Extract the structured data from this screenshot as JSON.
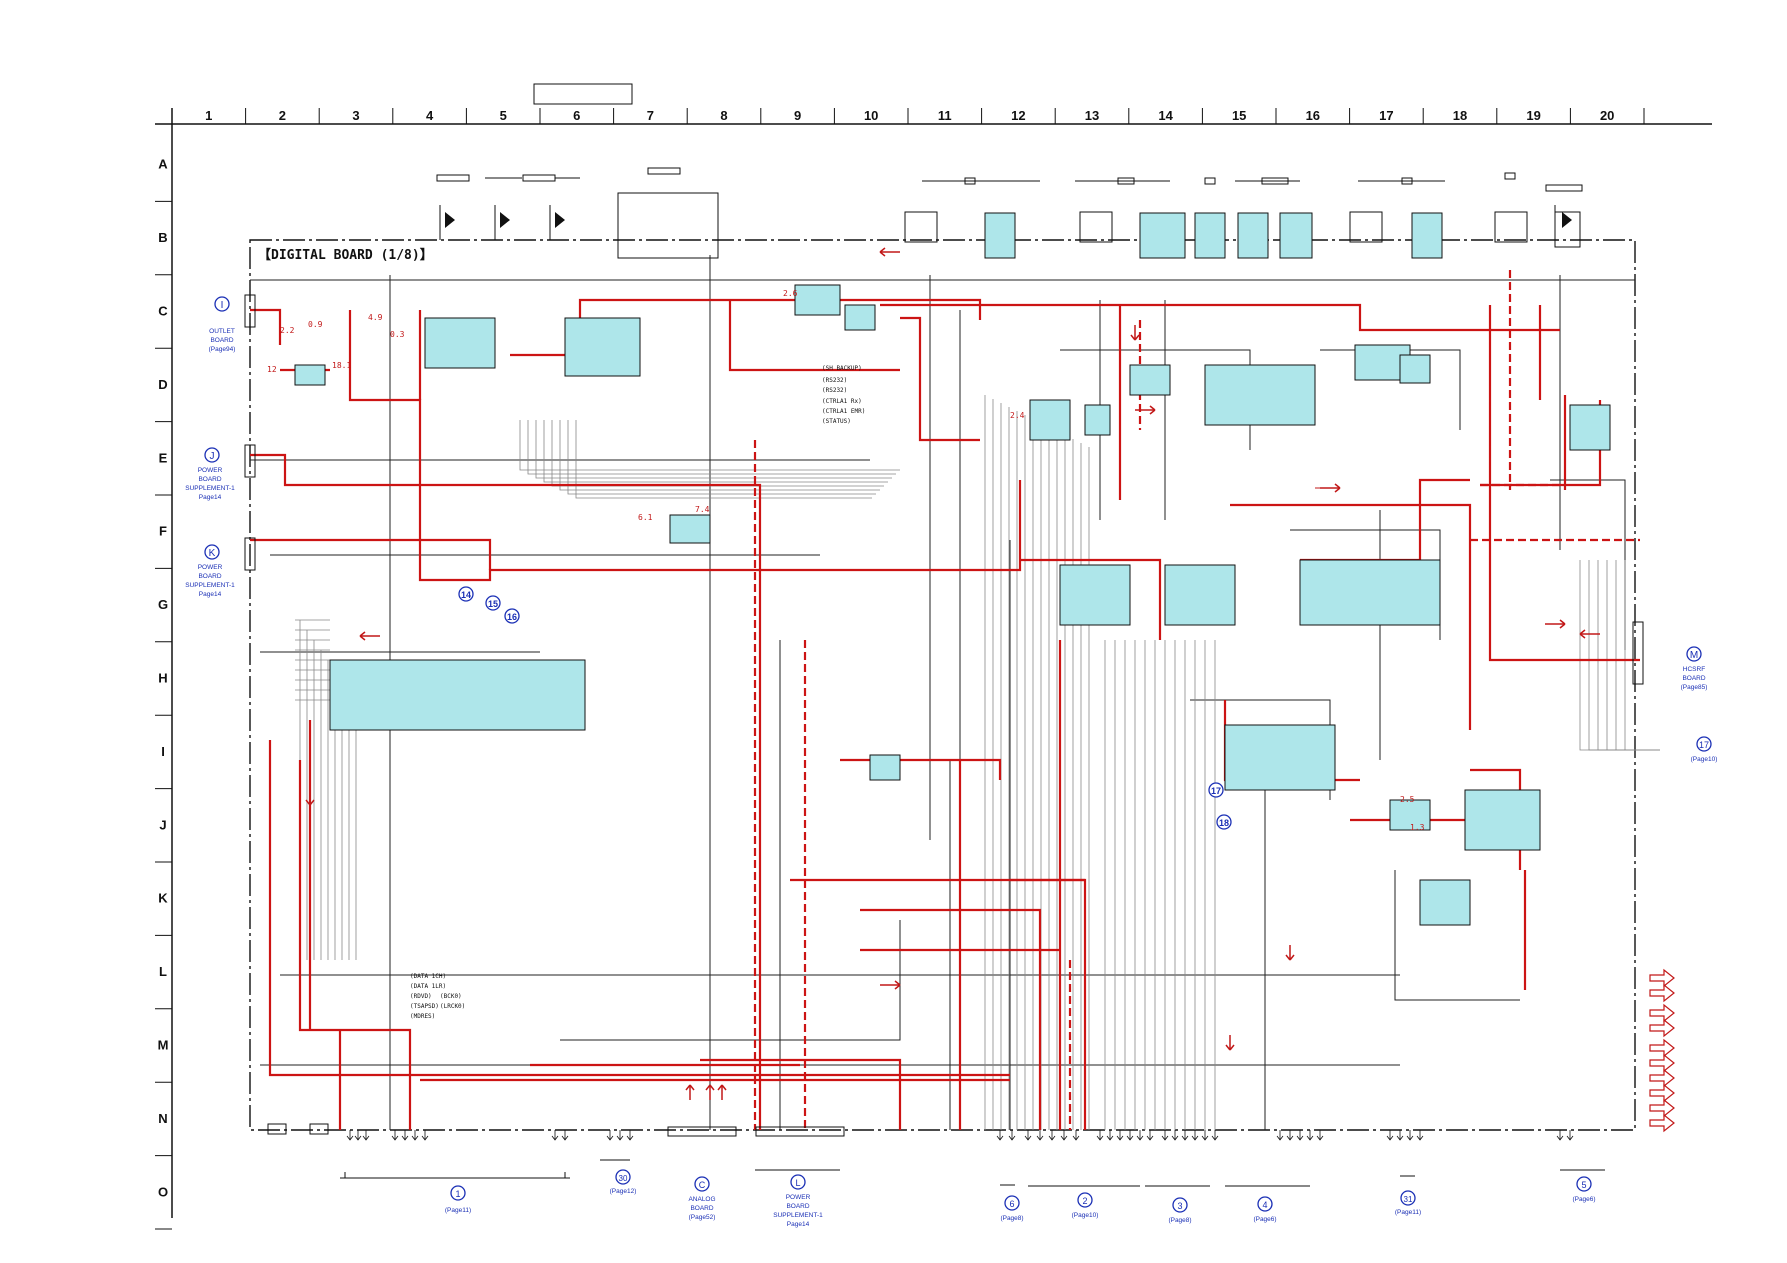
{
  "board_title": "【DIGITAL BOARD (1/8)】",
  "columns": [
    "1",
    "2",
    "3",
    "4",
    "5",
    "6",
    "7",
    "8",
    "9",
    "10",
    "11",
    "12",
    "13",
    "14",
    "15",
    "16",
    "17",
    "18",
    "19",
    "20"
  ],
  "rows": [
    "A",
    "B",
    "C",
    "D",
    "E",
    "F",
    "G",
    "H",
    "I",
    "J",
    "K",
    "L",
    "M",
    "N",
    "O"
  ],
  "connectors_left": [
    {
      "id": "I",
      "lines": [
        "OUTLET",
        "BOARD",
        "(Page94)"
      ]
    },
    {
      "id": "J",
      "lines": [
        "POWER",
        "BOARD",
        "SUPPLEMENT-1",
        "Page14"
      ]
    },
    {
      "id": "K",
      "lines": [
        "POWER",
        "BOARD",
        "SUPPLEMENT-1",
        "Page14"
      ]
    }
  ],
  "connector_right_m": {
    "id": "M",
    "lines": [
      "HCSRF",
      "BOARD",
      "(Page85)"
    ]
  },
  "connector_right_17": {
    "id": "17",
    "lines": [
      "(Page10)"
    ]
  },
  "callouts_blue": [
    "14",
    "15",
    "16",
    "17",
    "18"
  ],
  "bottom_refs": [
    {
      "id": "1",
      "page": "(Page11)"
    },
    {
      "id": "30",
      "page": "(Page12)"
    },
    {
      "id": "C",
      "lines": [
        "ANALOG",
        "BOARD",
        "(Page52)"
      ]
    },
    {
      "id": "L",
      "lines": [
        "POWER",
        "BOARD",
        "SUPPLEMENT-1",
        "Page14"
      ]
    },
    {
      "id": "6",
      "page": "(Page8)"
    },
    {
      "id": "2",
      "page": "(Page10)"
    },
    {
      "id": "3",
      "page": "(Page8)"
    },
    {
      "id": "4",
      "page": "(Page6)"
    },
    {
      "id": "31",
      "page": "(Page11)"
    },
    {
      "id": "5",
      "page": "(Page6)"
    }
  ],
  "signal_labels": [
    "(SH BACKUP)",
    "(RS232)",
    "(RS232)",
    "(CTRLA1 Rx)",
    "(CTRLA1 EMR)",
    "(STATUS)",
    "(DATA 1CH)",
    "(DATA 1LR)",
    "(RDVD)",
    "(TSAPSD)",
    "(MDRES)",
    "(LRCK0)",
    "(BCK0)"
  ],
  "voltages": [
    "2.2",
    "0.9",
    "4.9",
    "0.3",
    "12",
    "18.1",
    "2.6",
    "2.4",
    "6.1",
    "7.4",
    "2.5",
    "1.3"
  ],
  "colors": {
    "signal_red": "#cc1414",
    "ic_fill": "#aee6ea",
    "callout_blue": "#1a2fb5",
    "wire": "#222222"
  }
}
